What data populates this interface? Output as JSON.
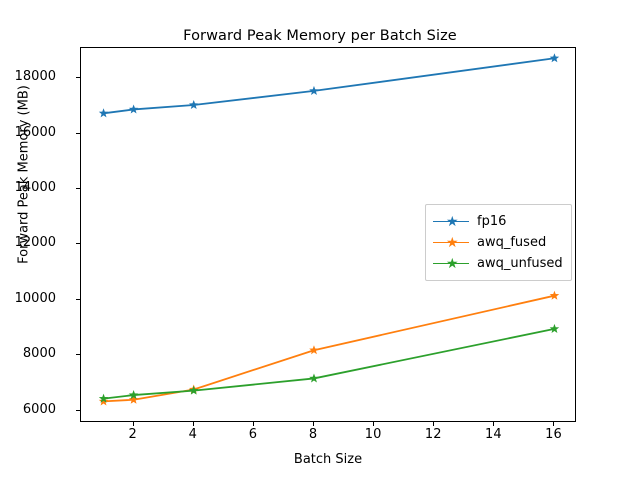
{
  "chart_data": {
    "type": "line",
    "title": "Forward Peak Memory per Batch Size",
    "xlabel": "Batch Size",
    "ylabel": "Forward Peak Memory (MB)",
    "x": [
      1,
      2,
      4,
      8,
      16
    ],
    "xlim": [
      0.25,
      16.75
    ],
    "ylim": [
      5550,
      19100
    ],
    "xticks": [
      2,
      4,
      6,
      8,
      10,
      12,
      14,
      16
    ],
    "xtick_labels": [
      "2",
      "4",
      "6",
      "8",
      "10",
      "12",
      "14",
      "16"
    ],
    "yticks": [
      6000,
      8000,
      10000,
      12000,
      14000,
      16000,
      18000
    ],
    "ytick_labels": [
      "6000",
      "8000",
      "10000",
      "12000",
      "14000",
      "16000",
      "18000"
    ],
    "grid": false,
    "marker": "star",
    "legend_position": "center right",
    "series": [
      {
        "name": "fp16",
        "color": "#1f77b4",
        "values": [
          16740,
          16880,
          17040,
          17550,
          18730
        ]
      },
      {
        "name": "awq_fused",
        "color": "#ff7f0e",
        "values": [
          6330,
          6390,
          6760,
          8180,
          10150
        ]
      },
      {
        "name": "awq_unfused",
        "color": "#2ca02c",
        "values": [
          6430,
          6560,
          6720,
          7160,
          8950
        ]
      }
    ]
  },
  "legend": {
    "items": [
      {
        "label": "fp16"
      },
      {
        "label": "awq_fused"
      },
      {
        "label": "awq_unfused"
      }
    ]
  }
}
